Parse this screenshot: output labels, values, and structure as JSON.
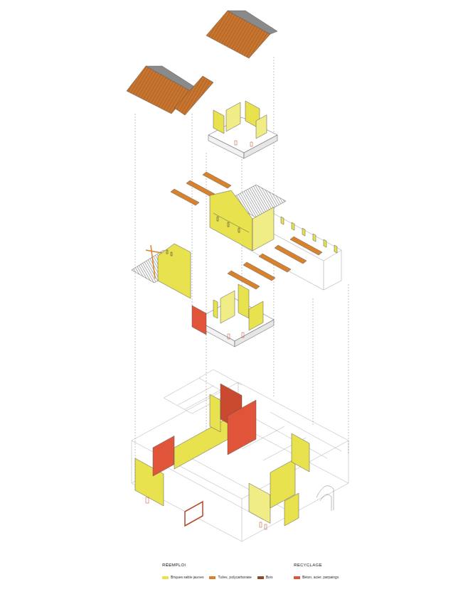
{
  "diagram": {
    "labels": [
      "RÉEMPLOI",
      "RECYCLAGE"
    ],
    "legend": [
      {
        "text": "Briques sable jaunes",
        "color": "#e9e24f"
      },
      {
        "text": "Tuiles, polycarbonate",
        "color": "#d9822b"
      },
      {
        "text": "Bois",
        "color": "#8b4a2b"
      },
      {
        "text": "Béton, acier, parpaings",
        "color": "#e0553a"
      }
    ]
  }
}
